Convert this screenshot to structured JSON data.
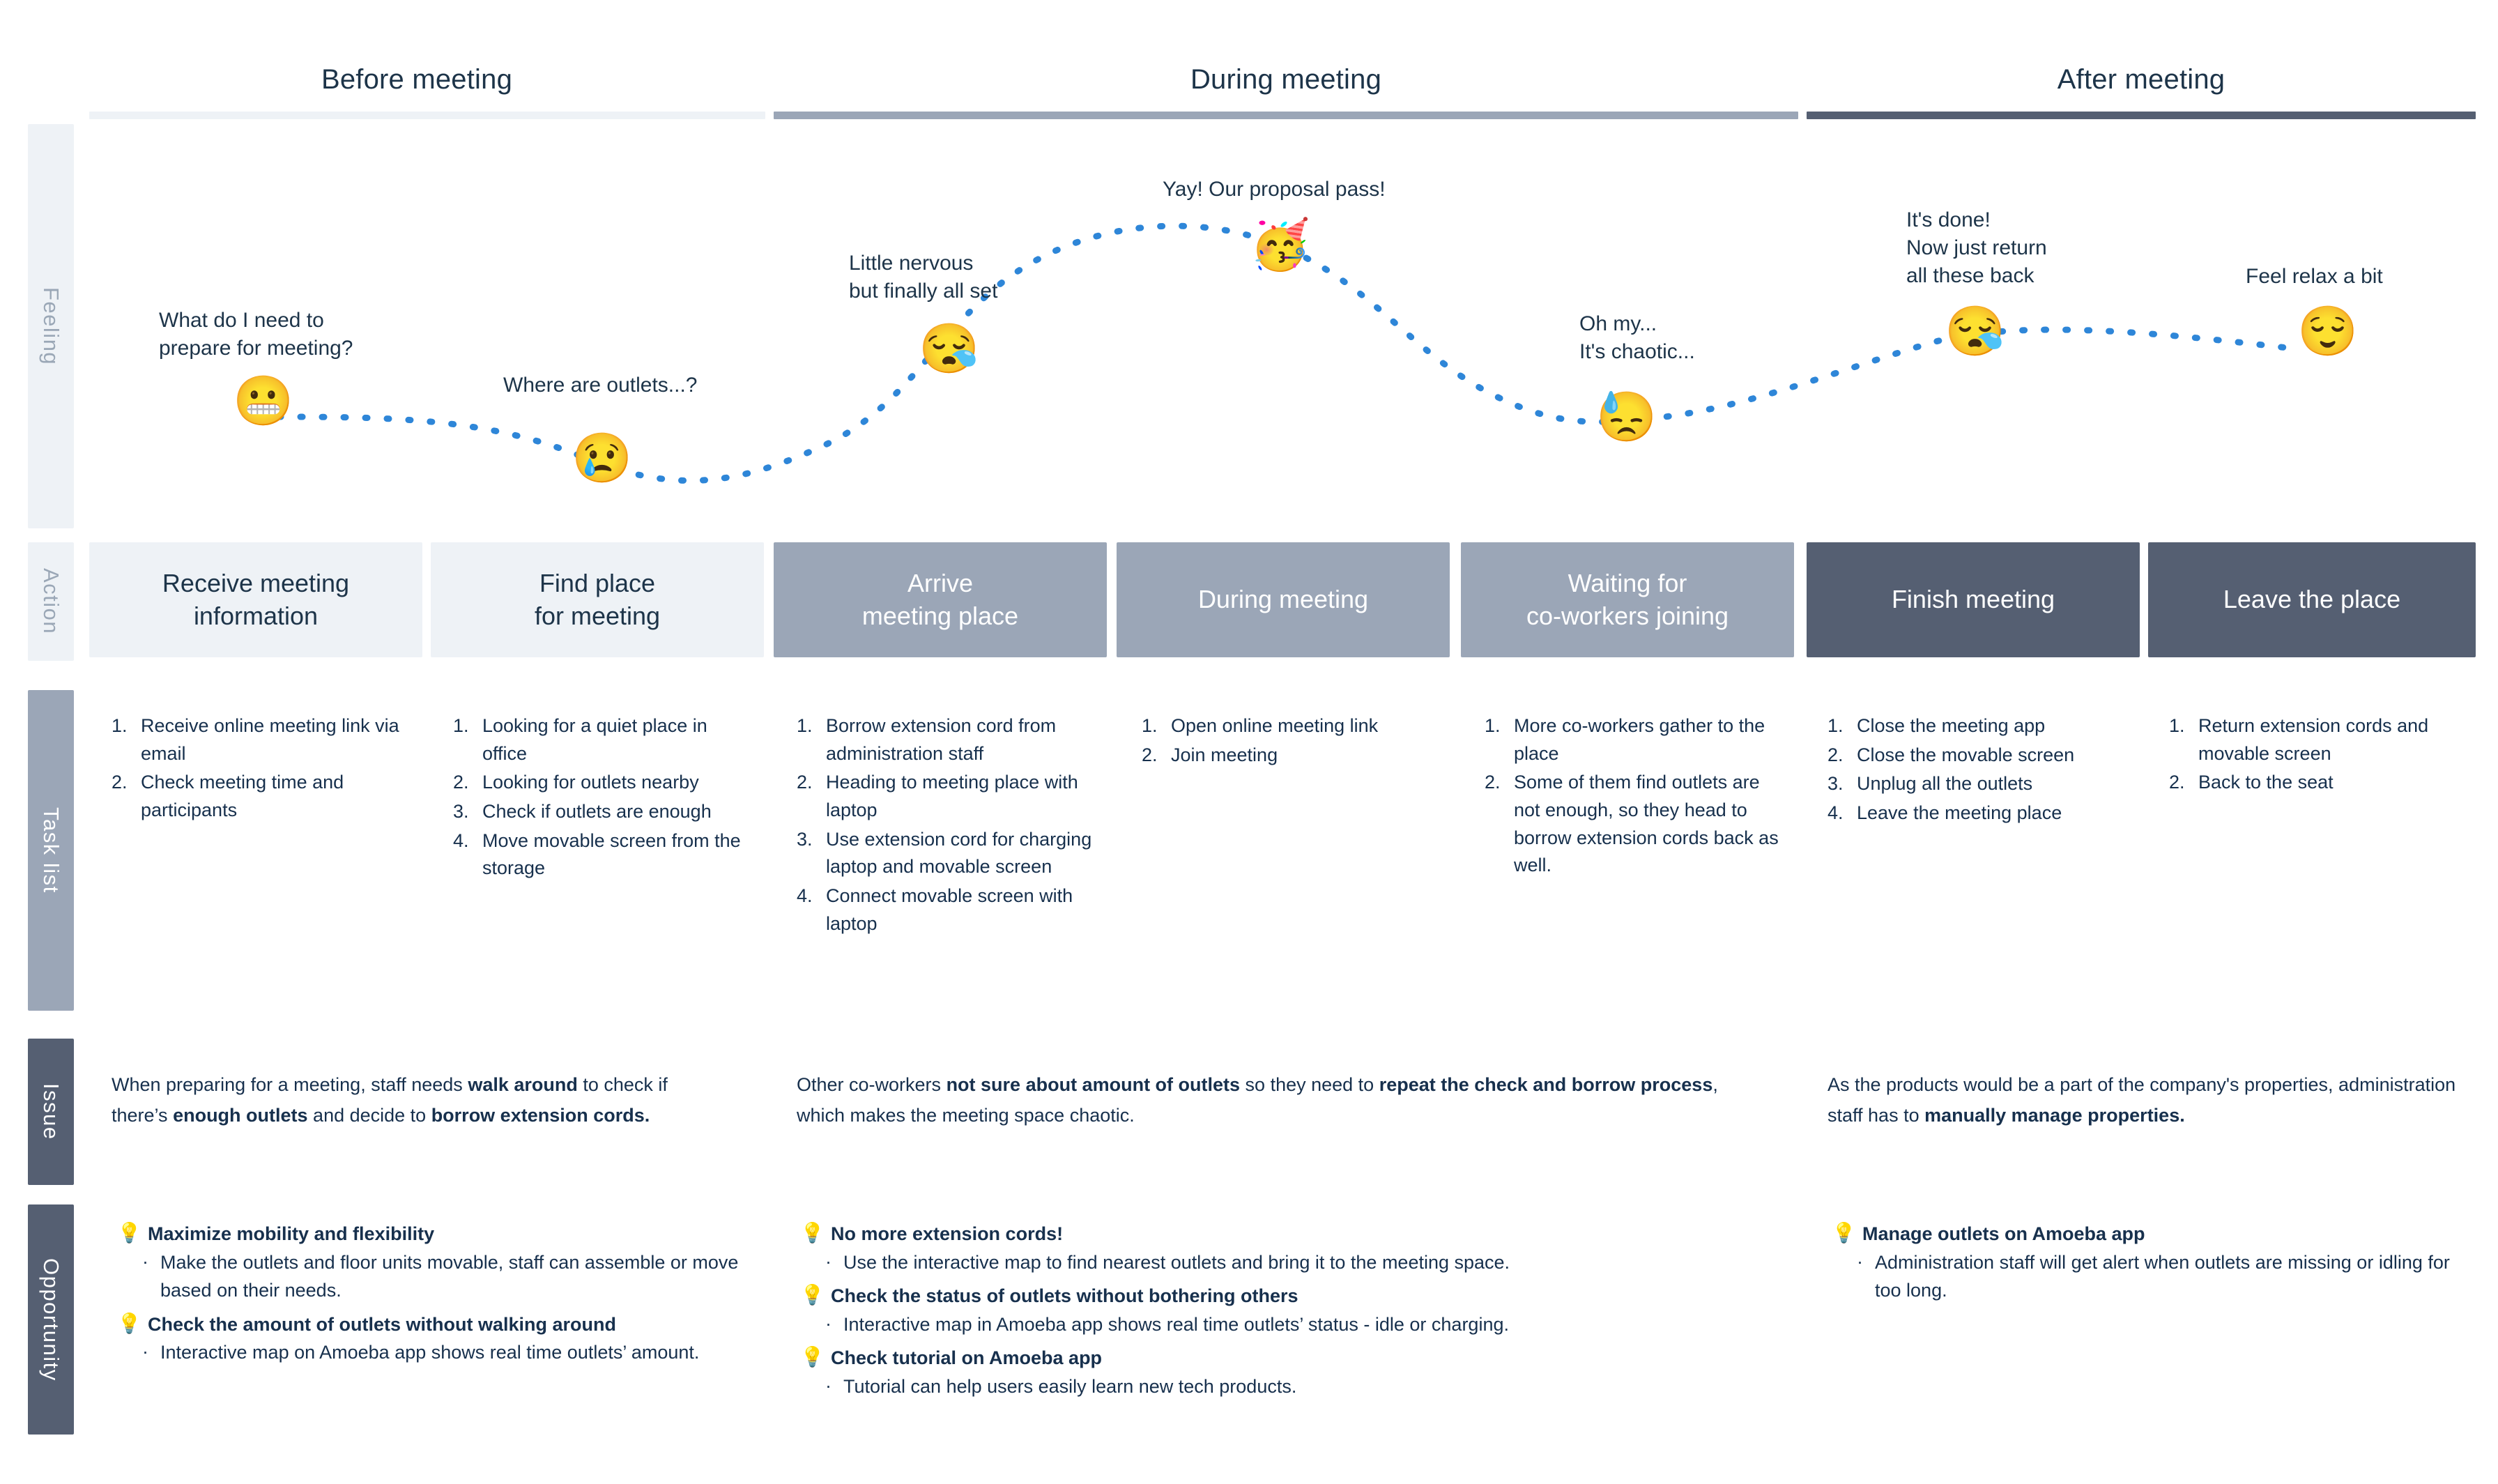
{
  "phases": [
    {
      "label": "Before meeting",
      "tone": "light"
    },
    {
      "label": "During meeting",
      "tone": "mid"
    },
    {
      "label": "After meeting",
      "tone": "dark"
    }
  ],
  "rows": [
    {
      "key": "feeling",
      "label": "Feeling",
      "tone": "light"
    },
    {
      "key": "action",
      "label": "Action",
      "tone": "light"
    },
    {
      "key": "task_list",
      "label": "Task list",
      "tone": "mid"
    },
    {
      "key": "issue",
      "label": "Issue",
      "tone": "dark"
    },
    {
      "key": "opportunity",
      "label": "Opportunity",
      "tone": "dark"
    }
  ],
  "feeling": {
    "points": [
      {
        "note": "What do I need to\nprepare for meeting?",
        "emoji": "😬",
        "emoji_name": "grimacing-face"
      },
      {
        "note": "Where are outlets...?",
        "emoji": "😢",
        "emoji_name": "crying-face"
      },
      {
        "note": "Little nervous\nbut finally all set",
        "emoji": "😪",
        "emoji_name": "sleepy-face"
      },
      {
        "note": "Yay! Our proposal pass!",
        "emoji": "🥳",
        "emoji_name": "partying-face"
      },
      {
        "note": "Oh my...\nIt's chaotic...",
        "emoji": "😓",
        "emoji_name": "downcast-face-with-sweat"
      },
      {
        "note": "It's done!\nNow just return\nall these back",
        "emoji": "😪",
        "emoji_name": "sleepy-face"
      },
      {
        "note": "Feel relax a bit",
        "emoji": "😌",
        "emoji_name": "relieved-face"
      }
    ],
    "curve_color": "#2e86d8"
  },
  "actions": [
    {
      "label": "Receive meeting\ninformation",
      "tone": "light"
    },
    {
      "label": "Find place\nfor meeting",
      "tone": "light"
    },
    {
      "label": "Arrive\nmeeting place",
      "tone": "mid"
    },
    {
      "label": "During meeting",
      "tone": "mid"
    },
    {
      "label": "Waiting for\nco-workers joining",
      "tone": "mid"
    },
    {
      "label": "Finish meeting",
      "tone": "dark"
    },
    {
      "label": "Leave the place",
      "tone": "dark"
    }
  ],
  "task_list": [
    [
      "Receive online meeting link via email",
      "Check meeting time and participants"
    ],
    [
      "Looking for a quiet place in office",
      "Looking for outlets nearby",
      "Check if outlets are enough",
      "Move movable screen from the storage"
    ],
    [
      "Borrow extension cord from administration staff",
      "Heading to meeting place with laptop",
      "Use extension cord for charging laptop and movable screen",
      "Connect movable screen with laptop"
    ],
    [
      "Open online meeting link",
      "Join meeting"
    ],
    [
      "More co-workers gather to the place",
      "Some of them find outlets are not enough, so they head to borrow extension cords back as well."
    ],
    [
      "Close the meeting app",
      "Close the movable screen",
      "Unplug all the outlets",
      "Leave the meeting place"
    ],
    [
      "Return extension cords and movable screen",
      "Back to the seat"
    ]
  ],
  "issues": [
    {
      "parts": [
        {
          "t": "When preparing for a meeting, staff needs ",
          "b": false
        },
        {
          "t": "walk around",
          "b": true
        },
        {
          "t": " to check if there’s ",
          "b": false
        },
        {
          "t": "enough outlets",
          "b": true
        },
        {
          "t": " and decide to ",
          "b": false
        },
        {
          "t": "borrow extension cords.",
          "b": true
        }
      ]
    },
    {
      "parts": [
        {
          "t": "Other co-workers ",
          "b": false
        },
        {
          "t": "not sure about amount of outlets",
          "b": true
        },
        {
          "t": " so they need to ",
          "b": false
        },
        {
          "t": "repeat the check and borrow process",
          "b": true
        },
        {
          "t": ", which makes the meeting space chaotic.",
          "b": false
        }
      ]
    },
    {
      "parts": [
        {
          "t": "As the products would be a part of the company's properties, administration staff has to ",
          "b": false
        },
        {
          "t": "manually manage properties.",
          "b": true
        }
      ]
    }
  ],
  "opportunities": [
    {
      "blocks": [
        {
          "head": "Maximize mobility and flexibility",
          "items": [
            "Make the outlets and floor units movable, staff can assemble or move based on their needs."
          ]
        },
        {
          "head": "Check the amount of outlets without walking around",
          "items": [
            "Interactive map on Amoeba app shows real time outlets’ amount."
          ]
        }
      ]
    },
    {
      "blocks": [
        {
          "head": "No more extension cords!",
          "items": [
            "Use the interactive map to find nearest outlets and bring it to the meeting space."
          ]
        },
        {
          "head": "Check the status of outlets without bothering others",
          "items": [
            "Interactive map in Amoeba app shows real time outlets’ status - idle or charging."
          ]
        },
        {
          "head": "Check tutorial on Amoeba app",
          "items": [
            "Tutorial can help users easily learn new tech products."
          ]
        }
      ]
    },
    {
      "blocks": [
        {
          "head": "Manage outlets on Amoeba app",
          "items": [
            "Administration staff will get alert when outlets are missing or idling for too long."
          ]
        }
      ]
    }
  ],
  "icons": {
    "bulb": "💡",
    "bullet": "·"
  },
  "colors": {
    "tone_light": "#eef2f6",
    "tone_mid": "#9ba6b7",
    "tone_dark": "#555f72",
    "text": "#17304d",
    "curve": "#2e86d8"
  }
}
